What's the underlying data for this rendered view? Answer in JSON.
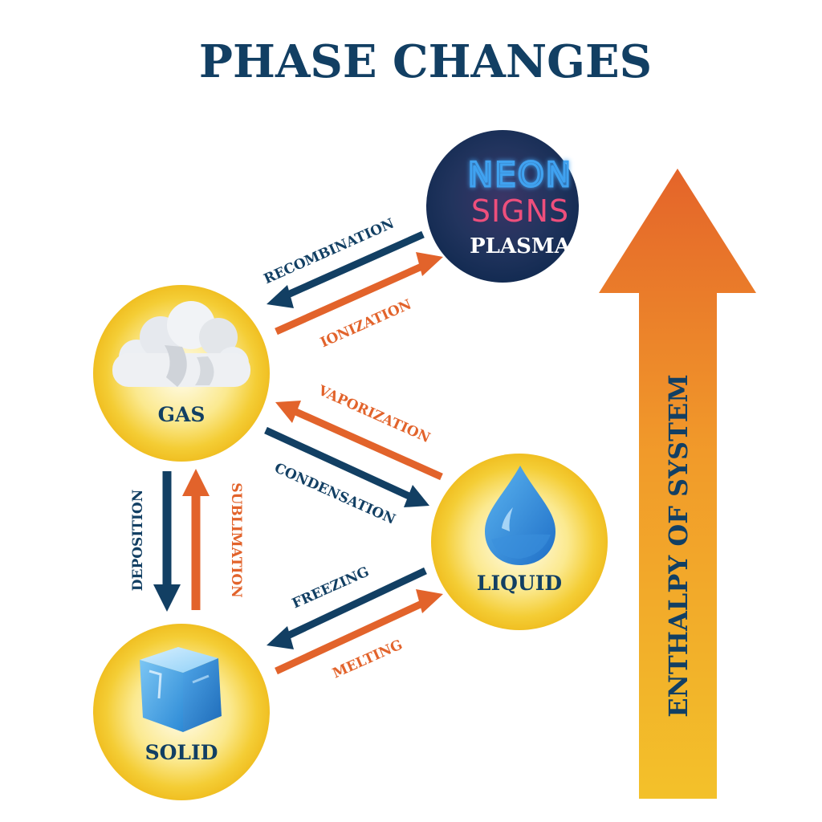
{
  "title": "PHASE CHANGES",
  "states": {
    "gas": "GAS",
    "liquid": "LIQUID",
    "solid": "SOLID",
    "plasma": "PLASMA"
  },
  "plasma_sign": {
    "line1": "NEON",
    "line2": "SIGNS"
  },
  "transitions": {
    "recombination": "RECOMBINATION",
    "ionization": "IONIZATION",
    "vaporization": "VAPORIZATION",
    "condensation": "CONDENSATION",
    "freezing": "FREEZING",
    "melting": "MELTING",
    "deposition": "DEPOSITION",
    "sublimation": "SUBLIMATION"
  },
  "enthalpy_label": "ENTHALPY OF SYSTEM",
  "icons": {
    "gas": "cloud-icon",
    "liquid": "water-drop-icon",
    "solid": "ice-cube-icon",
    "plasma": "neon-sign-icon"
  },
  "colors": {
    "navy": "#123f63",
    "orange": "#e2632b",
    "yellow": "#f3c62a",
    "plasma_bg": "#18305a",
    "neon_blue": "#3fa2f0",
    "neon_pink": "#ee4f7c"
  }
}
